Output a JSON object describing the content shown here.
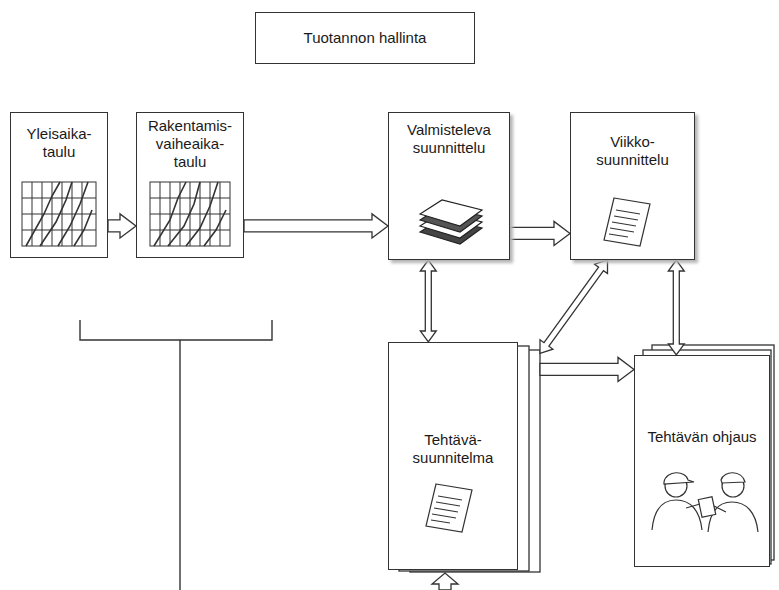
{
  "diagram": {
    "nodes": [
      {
        "text": [
          "Tuotannon hallinta"
        ]
      },
      {
        "text": [
          "Yleisaika- taulu"
        ]
      },
      {
        "text": [
          "Rakentamis- vaiheaika- taulu"
        ]
      },
      {
        "text": [
          "Valmisteleva suunnittelu"
        ]
      },
      {
        "text": [
          "Viikko- suunnittelu"
        ]
      },
      {
        "text": [
          "Tehtävä- suunnitelma"
        ]
      },
      {
        "text": [
          "Tehtävän ohjaus"
        ]
      }
    ],
    "edges": [
      {
        "from": 1,
        "to": 2,
        "arrow": "to"
      },
      {
        "from": 2,
        "to": 3,
        "arrow": "to"
      },
      {
        "from": 3,
        "to": 4,
        "arrow": "to"
      },
      {
        "from": 3,
        "to": 5,
        "arrow": "both"
      },
      {
        "from": 4,
        "to": 5,
        "arrow": "both"
      },
      {
        "from": 4,
        "to": 6,
        "arrow": "both"
      },
      {
        "from": 5,
        "to": 6,
        "arrow": "to"
      }
    ]
  }
}
